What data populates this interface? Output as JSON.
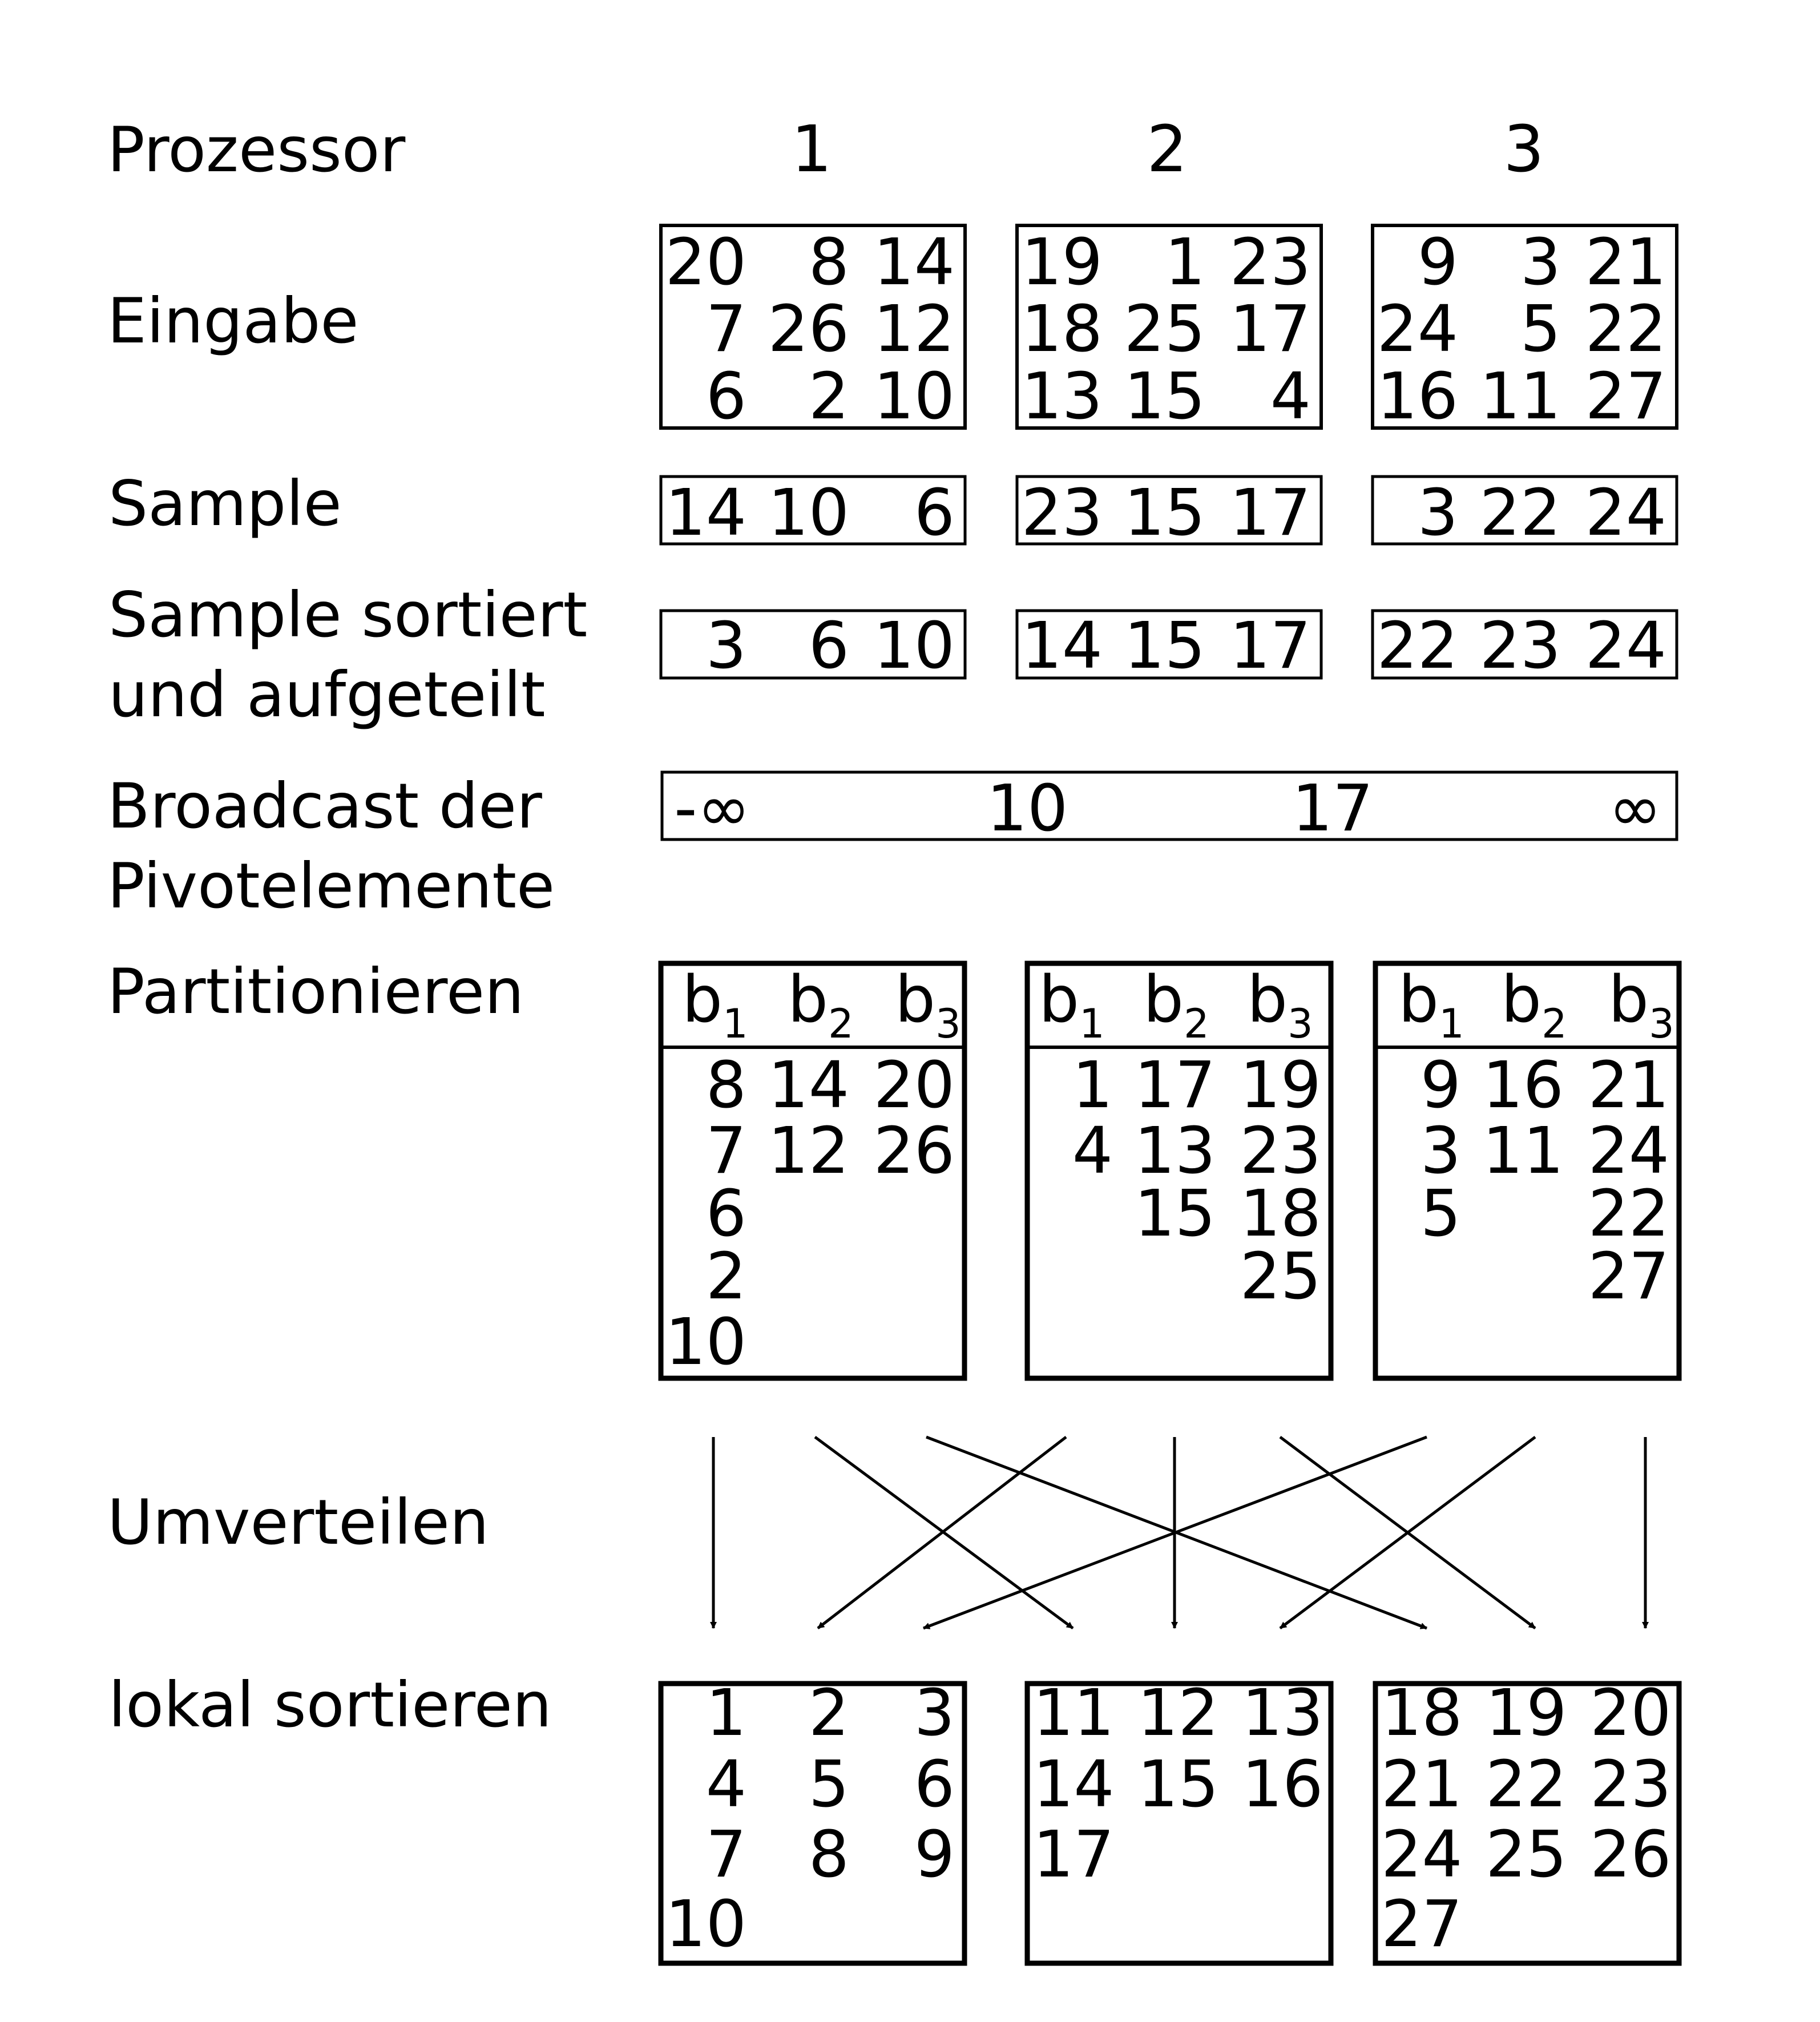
{
  "processor_label": "Prozessor",
  "processors": [
    "1",
    "2",
    "3"
  ],
  "stages": {
    "input": "Eingabe",
    "sample": "Sample",
    "sample_sorted_1": "Sample sortiert",
    "sample_sorted_2": "und aufgeteilt",
    "broadcast_1": "Broadcast der",
    "broadcast_2": "Pivotelemente",
    "partition": "Partitionieren",
    "redistribute": "Umverteilen",
    "local_sort": "lokal sortieren"
  },
  "input": [
    [
      [
        "20",
        "8",
        "14"
      ],
      [
        "7",
        "26",
        "12"
      ],
      [
        "6",
        "2",
        "10"
      ]
    ],
    [
      [
        "19",
        "1",
        "23"
      ],
      [
        "18",
        "25",
        "17"
      ],
      [
        "13",
        "15",
        "4"
      ]
    ],
    [
      [
        "9",
        "3",
        "21"
      ],
      [
        "24",
        "5",
        "22"
      ],
      [
        "16",
        "11",
        "27"
      ]
    ]
  ],
  "sample": [
    [
      "14",
      "10",
      "6"
    ],
    [
      "23",
      "15",
      "17"
    ],
    [
      "3",
      "22",
      "24"
    ]
  ],
  "sample_sorted": [
    [
      "3",
      "6",
      "10"
    ],
    [
      "14",
      "15",
      "17"
    ],
    [
      "22",
      "23",
      "24"
    ]
  ],
  "pivots": [
    "-∞",
    "10",
    "17",
    "∞"
  ],
  "bucket_header": {
    "base": "b",
    "indices": [
      "1",
      "2",
      "3"
    ]
  },
  "partitions": [
    [
      [
        "8",
        "7",
        "6",
        "2",
        "10"
      ],
      [
        "14",
        "12"
      ],
      [
        "20",
        "26"
      ]
    ],
    [
      [
        "1",
        "4"
      ],
      [
        "17",
        "13",
        "15"
      ],
      [
        "19",
        "23",
        "18",
        "25"
      ]
    ],
    [
      [
        "9",
        "3",
        "5"
      ],
      [
        "16",
        "11"
      ],
      [
        "21",
        "24",
        "22",
        "27"
      ]
    ]
  ],
  "local_sorted": [
    [
      [
        "1",
        "2",
        "3"
      ],
      [
        "4",
        "5",
        "6"
      ],
      [
        "7",
        "8",
        "9"
      ],
      [
        "10"
      ]
    ],
    [
      [
        "11",
        "12",
        "13"
      ],
      [
        "14",
        "15",
        "16"
      ],
      [
        "17"
      ]
    ],
    [
      [
        "18",
        "19",
        "20"
      ],
      [
        "21",
        "22",
        "23"
      ],
      [
        "24",
        "25",
        "26"
      ],
      [
        "27"
      ]
    ]
  ]
}
